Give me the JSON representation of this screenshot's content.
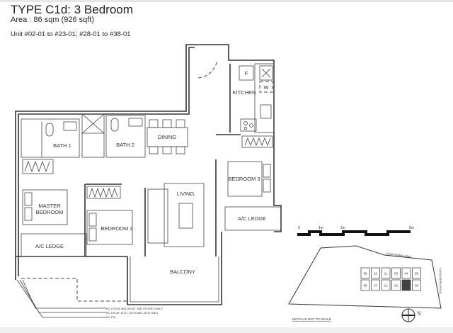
{
  "header": {
    "title": "TYPE C1d: 3 Bedroom",
    "area": "Area : 86 sqm (926 sqft)",
    "units": "Unit  #02-01 to #23-01; #28-01 to #38-01"
  },
  "rooms": {
    "kitchen": "KITCHEN",
    "fridge": "F",
    "washer": "W",
    "bath1": "BATH 1",
    "bath2": "BATH 2",
    "dining": "DINING",
    "bedroom3": "BEDROOM 3",
    "master_line1": "MASTER",
    "master_line2": "BEDROOM",
    "living": "LIVING",
    "bedroom2": "BEDROOM 2",
    "ac_ledge_left": "A/C LEDGE",
    "ac_ledge_right": "A/C LEDGE",
    "balcony": "BALCONY"
  },
  "notes": [
    "RC LEDGE BELOW AT 2ND STOREY ONLY",
    "RC FIN AT 14TH, 15TH AND 16TH ONLY",
    "RC FIN"
  ],
  "scale_bar": {
    "ticks": [
      "0",
      "1m",
      "2m",
      "5m"
    ]
  },
  "keyplan": {
    "label": "KEYPLAN   NOT TO SCALE",
    "road_top": "ALEXANDRA VIEW",
    "road_right": "ALEXANDRA ROAD",
    "north": "N",
    "units": [
      "09",
      "10",
      "11",
      "03",
      "04",
      "05",
      "08",
      "07",
      "12",
      "02",
      "01",
      "06"
    ],
    "highlighted_unit": "01",
    "highlight_color": "#444444"
  }
}
